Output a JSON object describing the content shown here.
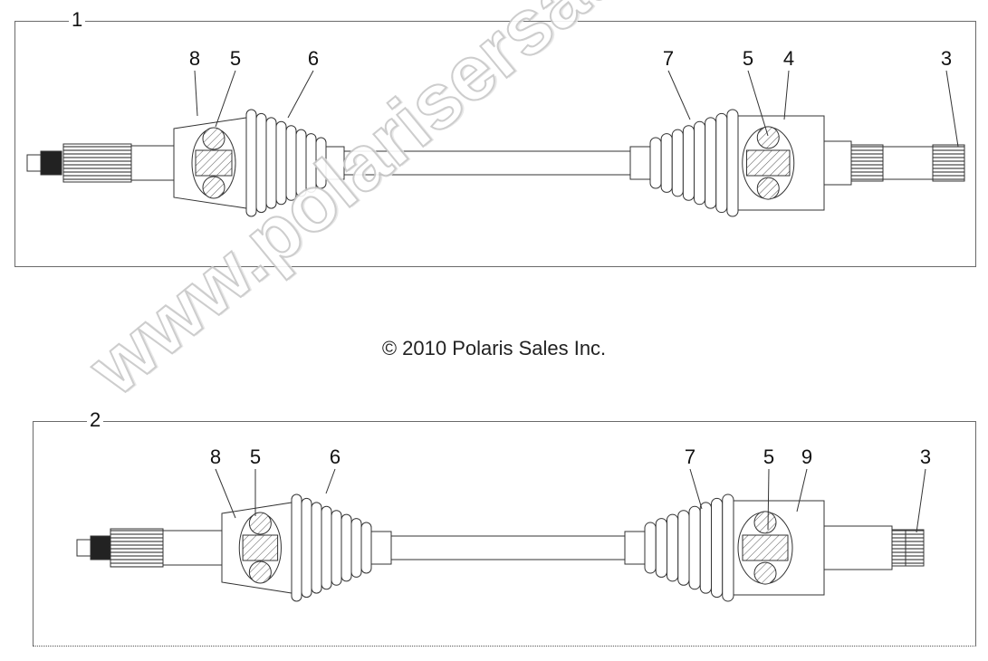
{
  "diagram": {
    "assemblies": [
      {
        "id": "1",
        "callouts": [
          "8",
          "5",
          "6",
          "7",
          "5",
          "4",
          "3"
        ]
      },
      {
        "id": "2",
        "callouts": [
          "8",
          "5",
          "6",
          "7",
          "5",
          "9",
          "3"
        ]
      }
    ],
    "copyright": "© 2010 Polaris Sales Inc.",
    "watermark": "www.polarisersatzteile.de"
  }
}
